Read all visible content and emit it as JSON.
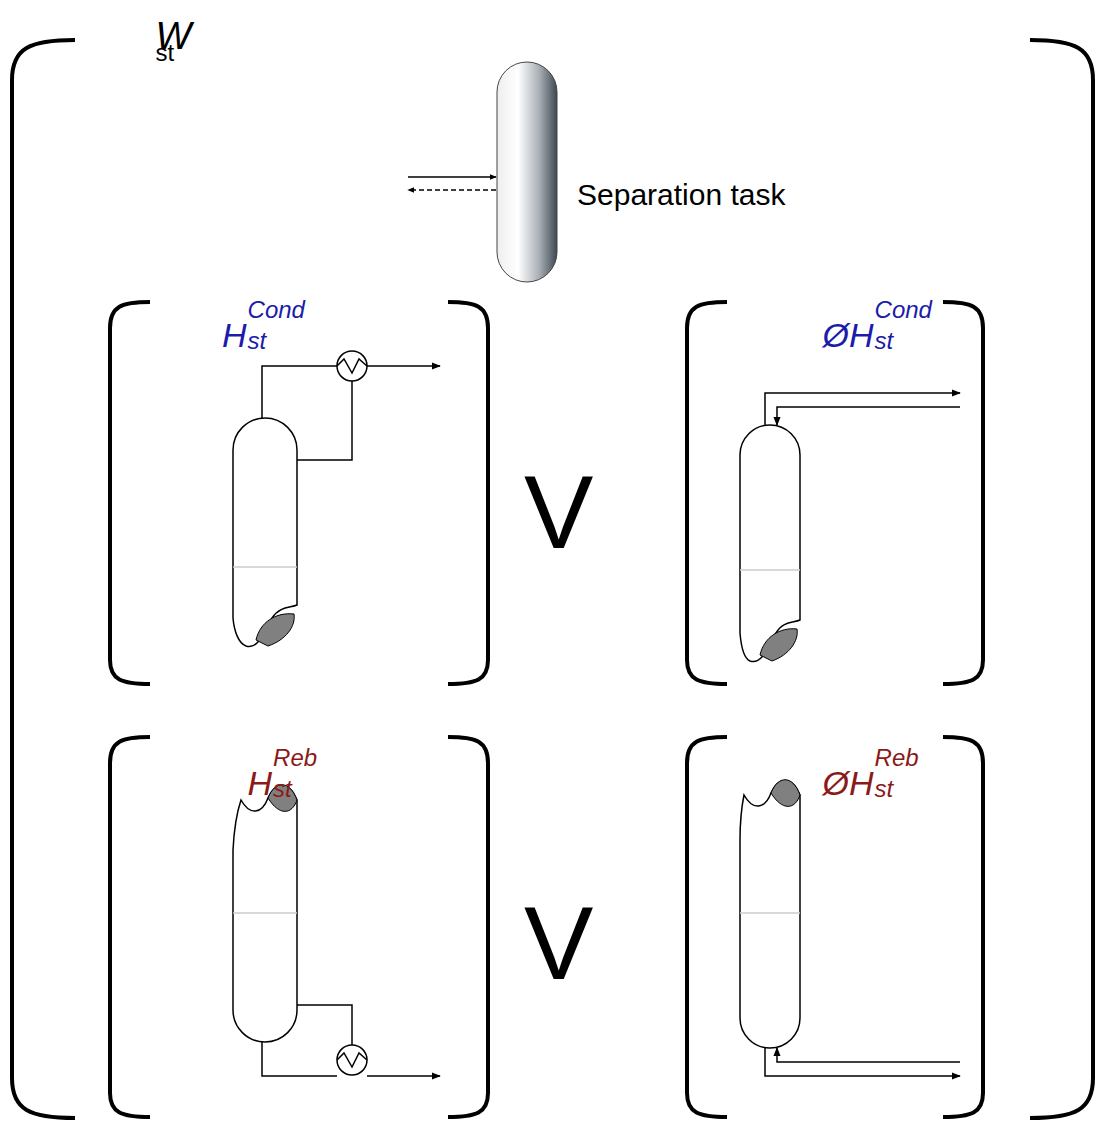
{
  "diagram": {
    "nodes": [
      {
        "text": [
          "W",
          "st"
        ]
      },
      {
        "text": [
          "H",
          "Cond",
          "st"
        ],
        "in": 0
      },
      {
        "text": [
          "ØH",
          "Cond",
          "st"
        ],
        "in": 0
      },
      {
        "text": [
          "H",
          "Reb",
          "st"
        ],
        "in": 0
      },
      {
        "text": [
          "ØH",
          "Reb",
          "st"
        ],
        "in": 0
      }
    ],
    "labels": [
      "Separation task",
      "V",
      "V"
    ]
  }
}
